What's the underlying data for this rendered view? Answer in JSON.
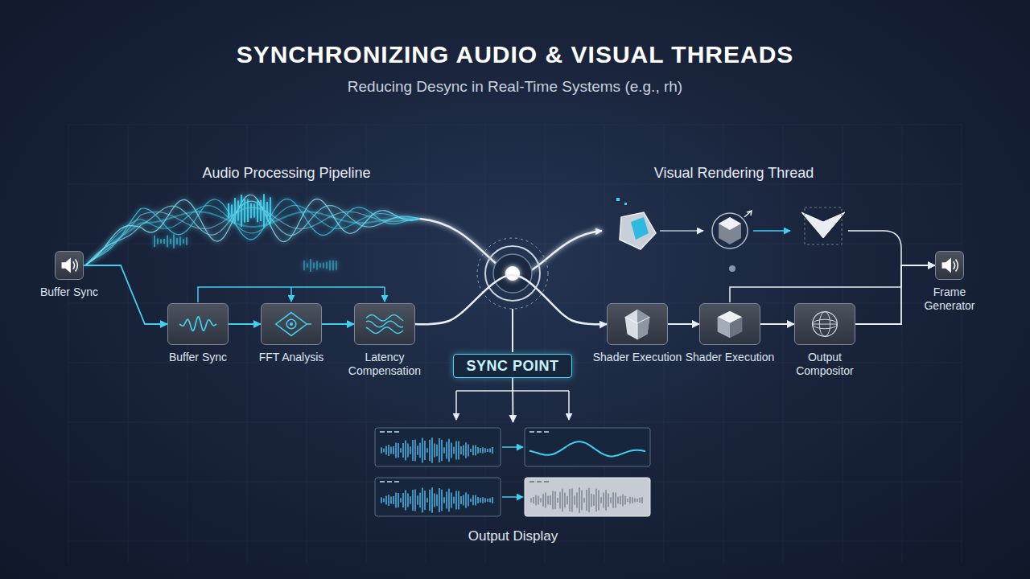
{
  "diagram": {
    "title": "SYNCHRONIZING AUDIO & VISUAL THREADS",
    "nodes": [
      {
        "text": [
          "Buffer Sync"
        ]
      },
      {
        "text": [
          "Buffer Sync"
        ]
      },
      {
        "text": [
          "FFT Analysis"
        ]
      },
      {
        "text": [
          "Latency Compensation"
        ]
      },
      {
        "text": [
          "SYNC POINT"
        ]
      },
      {
        "text": [
          "Shader Execution"
        ]
      },
      {
        "text": [
          "Shader Execution"
        ]
      },
      {
        "text": [
          "Output Compositor"
        ]
      },
      {
        "text": [
          "Frame Generator"
        ]
      },
      {
        "text": [
          "Output Display"
        ]
      }
    ],
    "edges": [
      {
        "from": 0,
        "to": 1,
        "arrow": "to"
      },
      {
        "from": 1,
        "to": 2,
        "arrow": "to"
      },
      {
        "from": 2,
        "to": 3,
        "arrow": "to"
      },
      {
        "from": 3,
        "to": 5,
        "arrow": "to"
      },
      {
        "from": 5,
        "to": 6,
        "arrow": "to"
      },
      {
        "from": 6,
        "to": 7,
        "arrow": "to"
      },
      {
        "from": 7,
        "to": 8,
        "arrow": "to"
      },
      {
        "from": 4,
        "to": 9,
        "arrow": "to"
      }
    ],
    "labels": [
      "Reducing Desync in Real-Time Systems (e.g., rh)",
      "Audio Processing Pipeline",
      "Visual Rendering Thread"
    ]
  }
}
